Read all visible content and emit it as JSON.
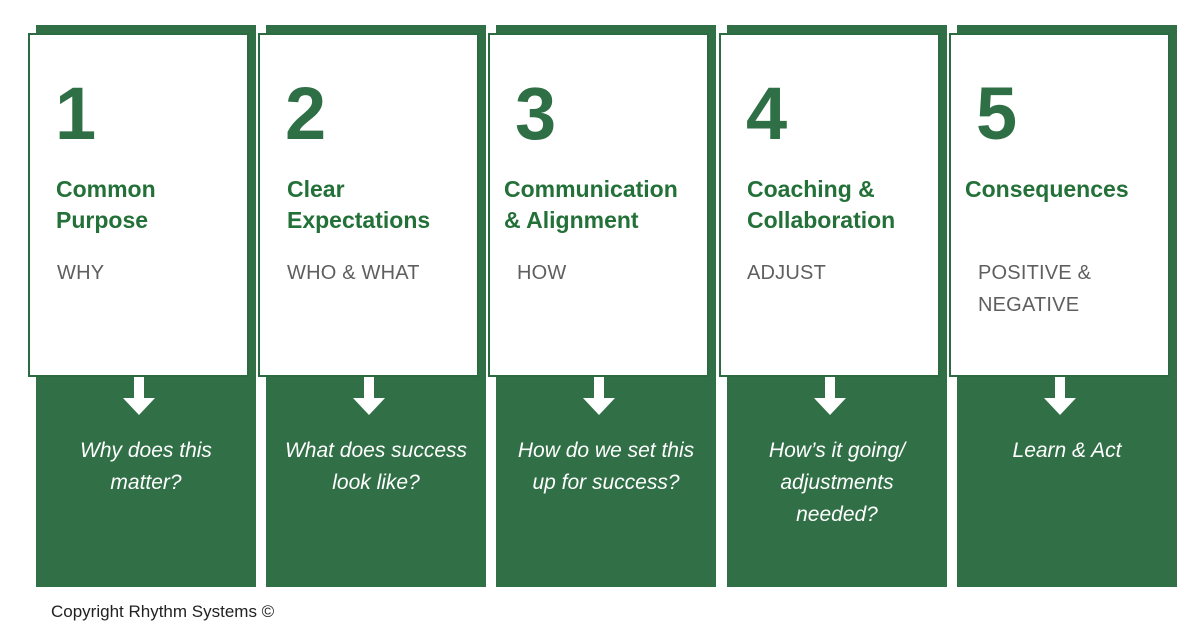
{
  "colors": {
    "primary_green": "#317047",
    "title_green": "#237038",
    "subtitle_gray": "#5f5f5f",
    "question_text": "#ffffff"
  },
  "steps": [
    {
      "number": "1",
      "title_line1": "Common",
      "title_line2": "Purpose",
      "subtitle_line1": "WHY",
      "subtitle_line2": "",
      "question_line1": "Why does this",
      "question_line2": "matter?",
      "question_line3": ""
    },
    {
      "number": "2",
      "title_line1": "Clear",
      "title_line2": "Expectations",
      "subtitle_line1": "WHO & WHAT",
      "subtitle_line2": "",
      "question_line1": "What does success",
      "question_line2": "look like?",
      "question_line3": ""
    },
    {
      "number": "3",
      "title_line1": "Communication",
      "title_line2": "& Alignment",
      "subtitle_line1": "HOW",
      "subtitle_line2": "",
      "question_line1": "How do we set this",
      "question_line2": "up for success?",
      "question_line3": ""
    },
    {
      "number": "4",
      "title_line1": "Coaching &",
      "title_line2": "Collaboration",
      "subtitle_line1": "ADJUST",
      "subtitle_line2": "",
      "question_line1": "How’s it going/",
      "question_line2": "adjustments",
      "question_line3": "needed?"
    },
    {
      "number": "5",
      "title_line1": "Consequences",
      "title_line2": "",
      "subtitle_line1": "POSITIVE &",
      "subtitle_line2": "NEGATIVE",
      "question_line1": "Learn & Act",
      "question_line2": "",
      "question_line3": ""
    }
  ],
  "footer": {
    "copyright": "Copyright Rhythm Systems ©"
  }
}
